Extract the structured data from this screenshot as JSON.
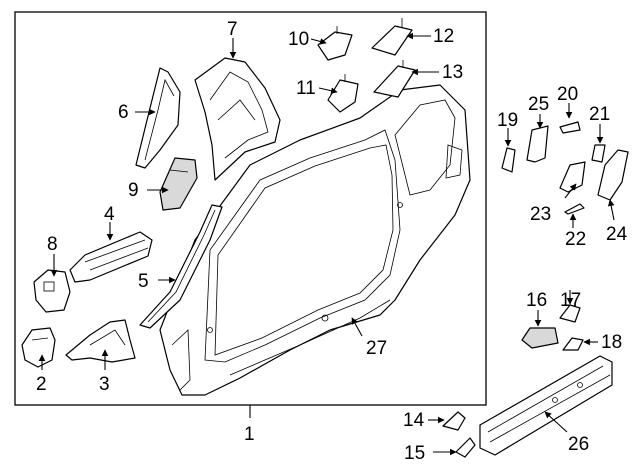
{
  "callouts": {
    "c1": "1",
    "c2": "2",
    "c3": "3",
    "c4": "4",
    "c5": "5",
    "c6": "6",
    "c7": "7",
    "c8": "8",
    "c9": "9",
    "c10": "10",
    "c11": "11",
    "c12": "12",
    "c13": "13",
    "c14": "14",
    "c15": "15",
    "c16": "16",
    "c17": "17",
    "c18": "18",
    "c19": "19",
    "c20": "20",
    "c21": "21",
    "c22": "22",
    "c23": "23",
    "c24": "24",
    "c25": "25",
    "c26": "26",
    "c27": "27"
  },
  "colors": {
    "line": "#000000",
    "background": "#ffffff",
    "shade": "#d9d9d9"
  }
}
